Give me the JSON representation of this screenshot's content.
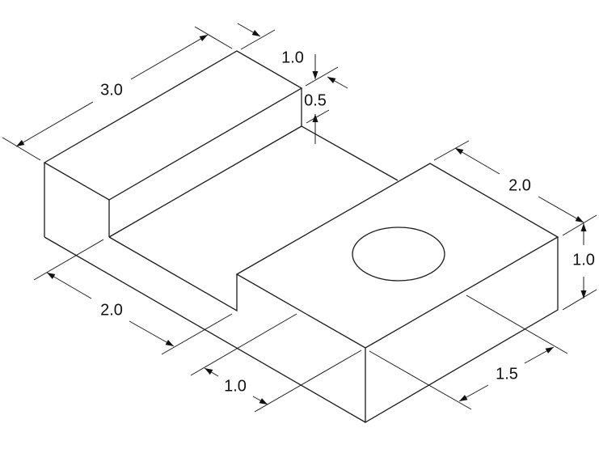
{
  "drawing": {
    "dimensions": {
      "left_block_length": "3.0",
      "left_block_depth": "1.0",
      "step_height": "0.5",
      "right_block_width": "2.0",
      "right_block_height": "1.0",
      "step_length": "2.0",
      "right_block_offset": "1.0",
      "right_block_depth": "1.5"
    },
    "line_color": "#1a1a1a"
  }
}
